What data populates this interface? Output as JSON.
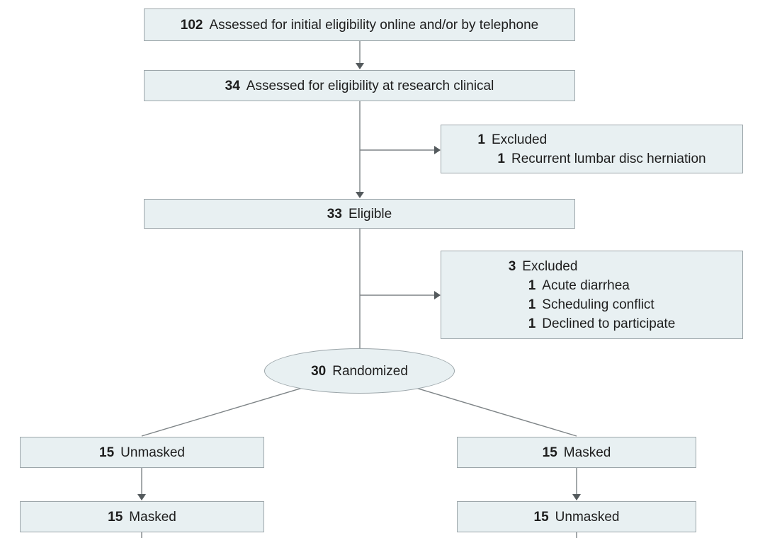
{
  "diagram": {
    "type": "consort-participant-flow",
    "nodes": {
      "assessed_online": {
        "n": "102",
        "label": "Assessed for initial eligibility online and/or by telephone"
      },
      "assessed_clinic": {
        "n": "34",
        "label": "Assessed for eligibility at research clinical"
      },
      "excluded_pre": {
        "n": "1",
        "label": "Excluded",
        "reasons": [
          {
            "n": "1",
            "label": "Recurrent lumbar disc herniation"
          }
        ]
      },
      "eligible": {
        "n": "33",
        "label": "Eligible"
      },
      "excluded_post": {
        "n": "3",
        "label": "Excluded",
        "reasons": [
          {
            "n": "1",
            "label": "Acute diarrhea"
          },
          {
            "n": "1",
            "label": "Scheduling conflict"
          },
          {
            "n": "1",
            "label": "Declined to participate"
          }
        ]
      },
      "randomized": {
        "n": "30",
        "label": "Randomized"
      },
      "left_arm_period1": {
        "n": "15",
        "label": "Unmasked"
      },
      "left_arm_period2": {
        "n": "15",
        "label": "Masked"
      },
      "right_arm_period1": {
        "n": "15",
        "label": "Masked"
      },
      "right_arm_period2": {
        "n": "15",
        "label": "Unmasked"
      }
    },
    "colors": {
      "box_fill": "#e8f0f2",
      "box_border": "#9ca6aa",
      "line": "#7e8487",
      "arrow": "#545a5d",
      "text": "#1d1d1d",
      "background": "#ffffff"
    }
  }
}
